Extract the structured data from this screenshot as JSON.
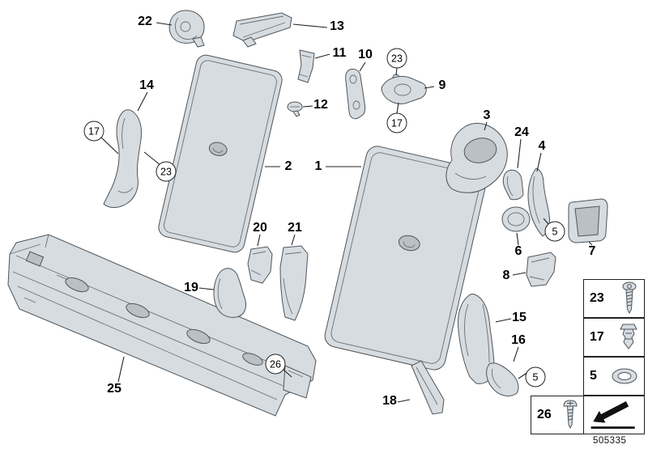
{
  "doc_number": "505335",
  "callouts": {
    "n1": "1",
    "n2": "2",
    "n3": "3",
    "n4": "4",
    "n5": "5",
    "n6": "6",
    "n7": "7",
    "n8": "8",
    "n9": "9",
    "n10": "10",
    "n11": "11",
    "n12": "12",
    "n13": "13",
    "n14": "14",
    "n15": "15",
    "n16": "16",
    "n17": "17",
    "n18": "18",
    "n19": "19",
    "n20": "20",
    "n21": "21",
    "n22": "22",
    "n23": "23",
    "n24": "24",
    "n25": "25",
    "n26": "26"
  },
  "legend": {
    "rows": [
      {
        "num": "23",
        "icon": "tapping-screw-icon"
      },
      {
        "num": "17",
        "icon": "clip-nut-icon"
      },
      {
        "num": "5",
        "icon": "grommet-icon"
      },
      {
        "num": "26",
        "icon": "pan-head-screw-icon"
      }
    ],
    "direction_icon": "direction-arrow-icon"
  }
}
